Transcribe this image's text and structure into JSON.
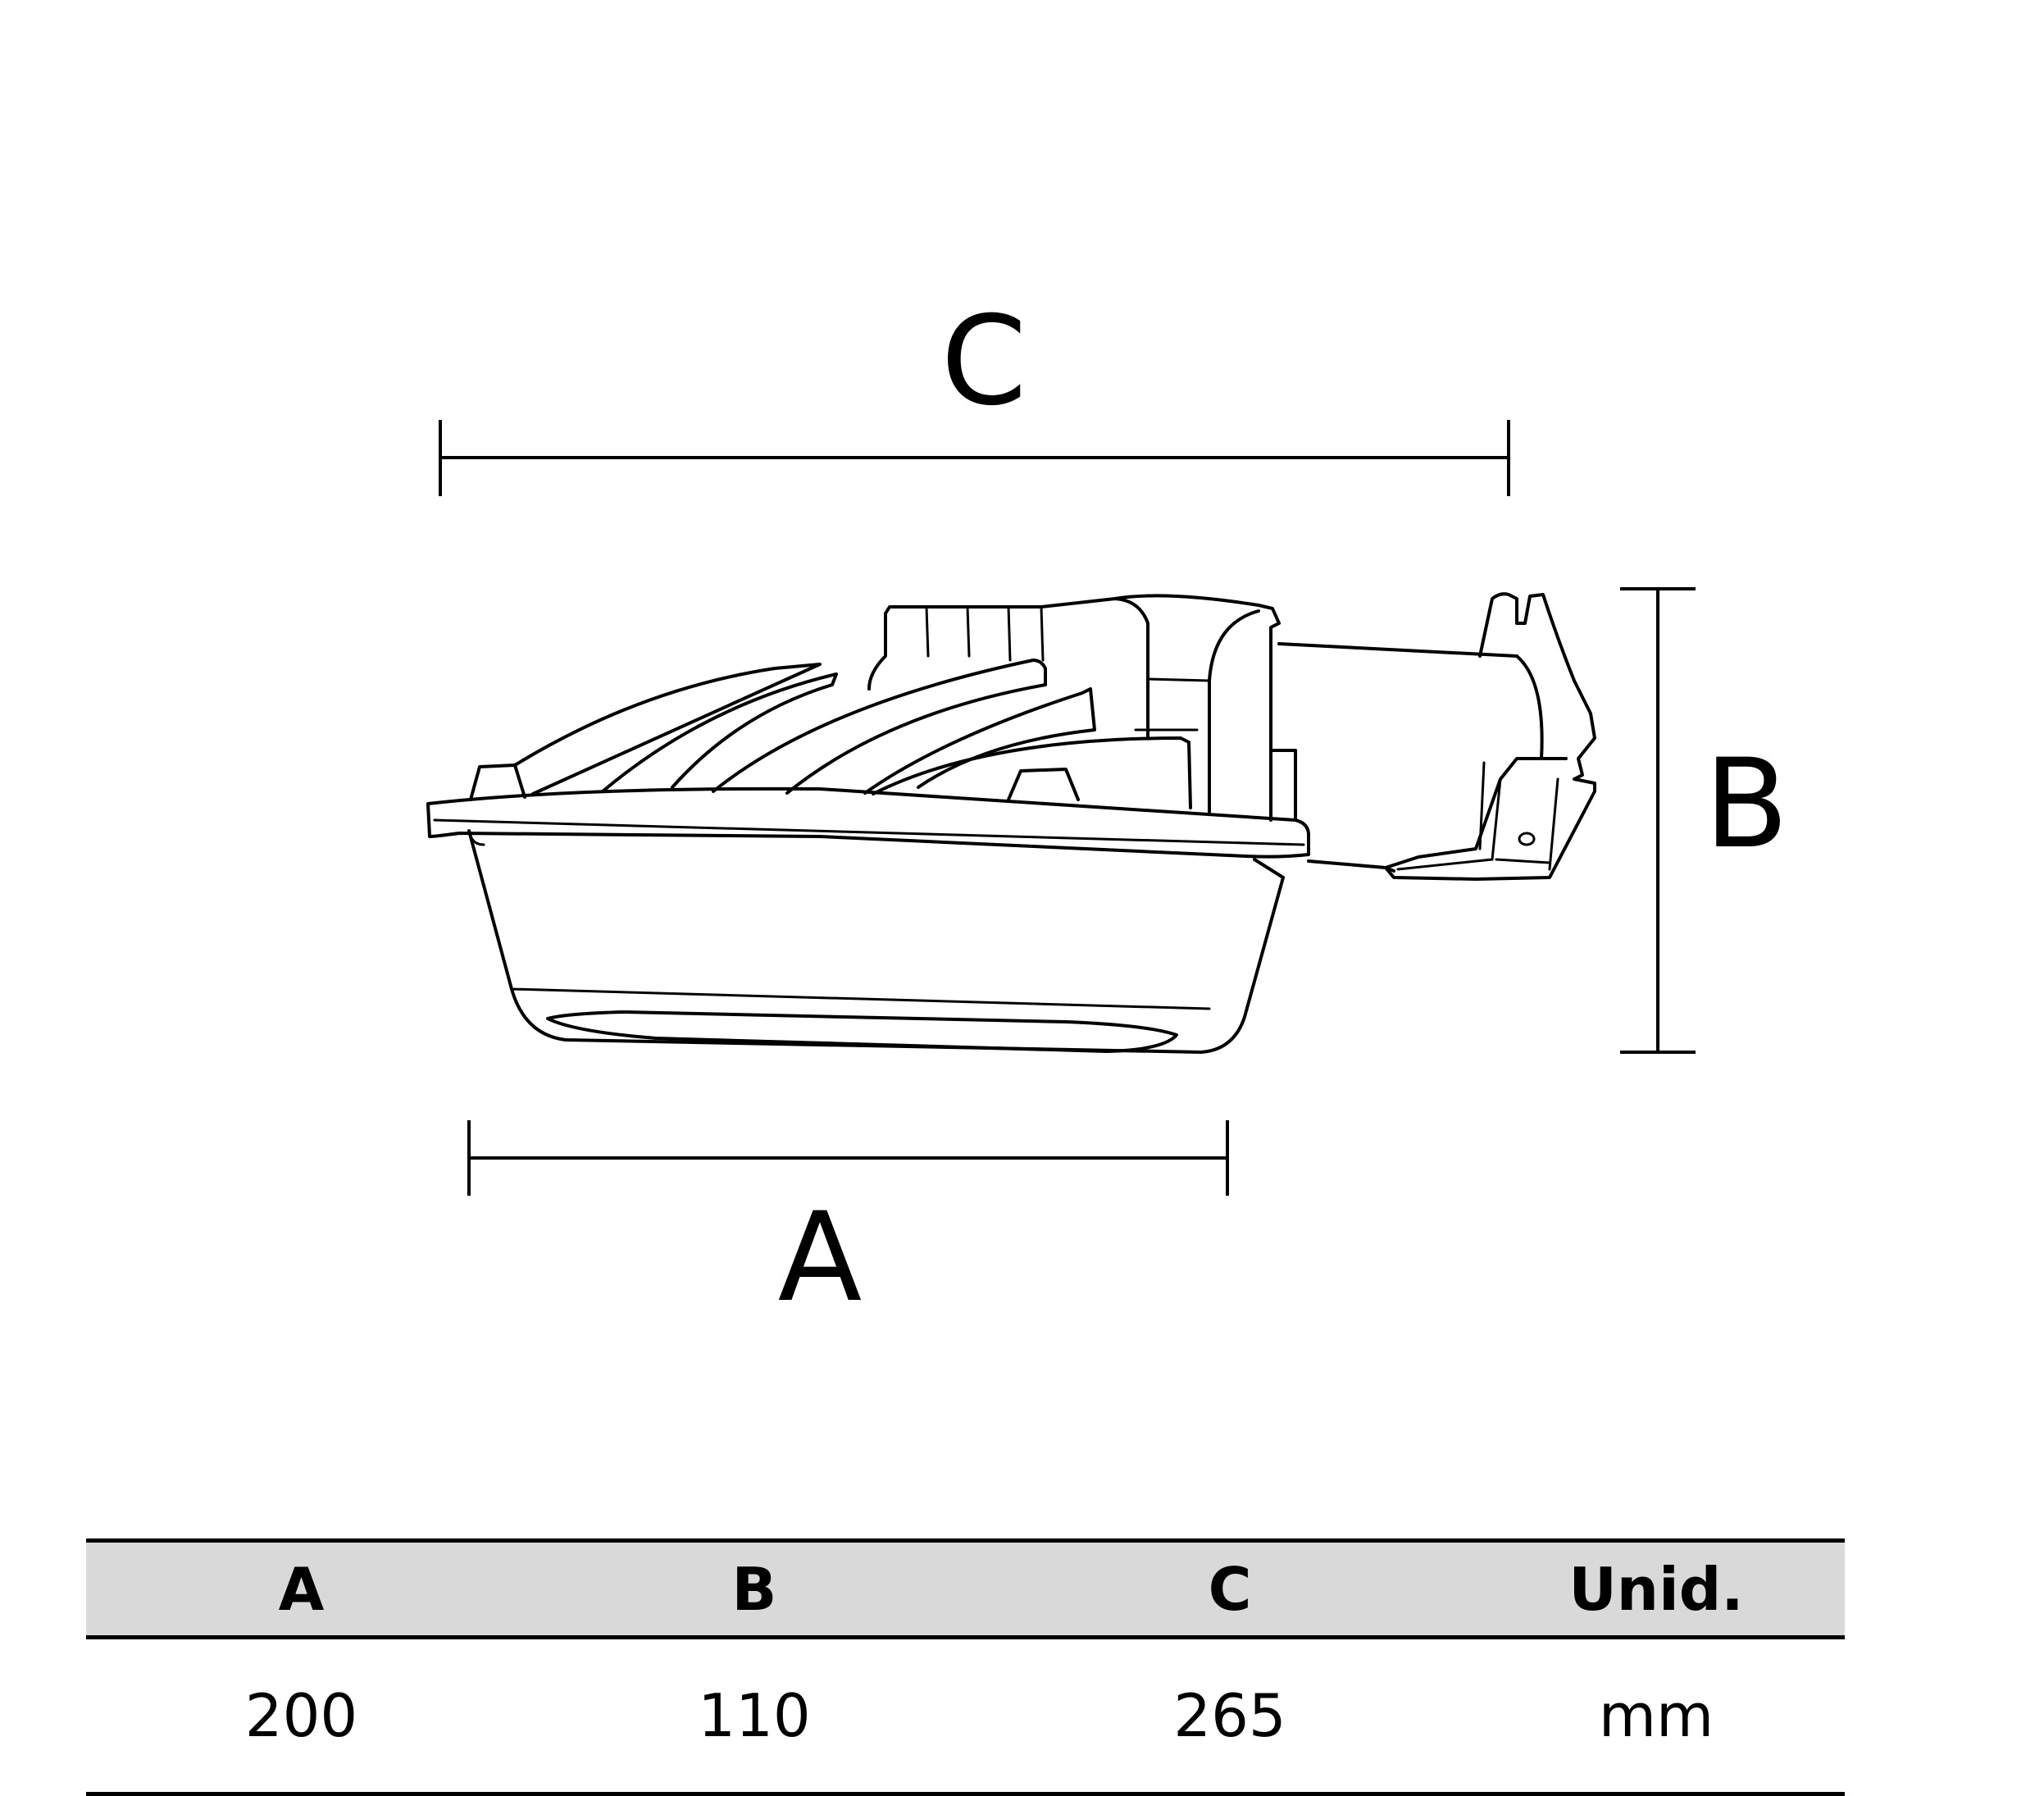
{
  "dimension_labels": {
    "a": "A",
    "b": "B",
    "c": "C"
  },
  "table": {
    "headers": [
      "A",
      "B",
      "C",
      "Unid."
    ],
    "rows": [
      [
        "200",
        "110",
        "265",
        "mm"
      ]
    ]
  }
}
